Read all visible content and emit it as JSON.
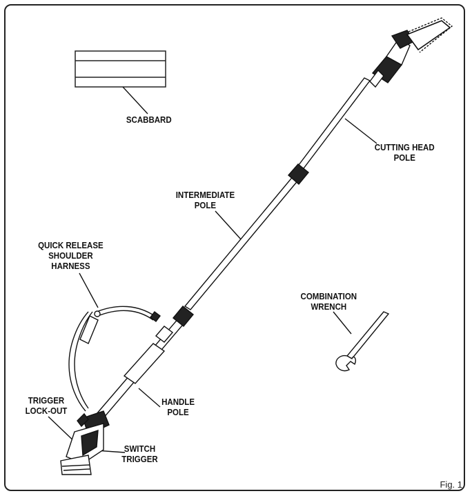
{
  "labels": {
    "scabbard": [
      "SCABBARD"
    ],
    "cutting_head_pole": [
      "CUTTING HEAD",
      "POLE"
    ],
    "intermediate_pole": [
      "INTERMEDIATE",
      "POLE"
    ],
    "shoulder_harness": [
      "QUICK RELEASE",
      "SHOULDER",
      "HARNESS"
    ],
    "combination_wrench": [
      "COMBINATION",
      "WRENCH"
    ],
    "trigger_lockout": [
      "TRIGGER",
      "LOCK-OUT"
    ],
    "handle_pole": [
      "HANDLE",
      "POLE"
    ],
    "switch_trigger": [
      "SWITCH",
      "TRIGGER"
    ]
  },
  "figure_label": "Fig. 1"
}
